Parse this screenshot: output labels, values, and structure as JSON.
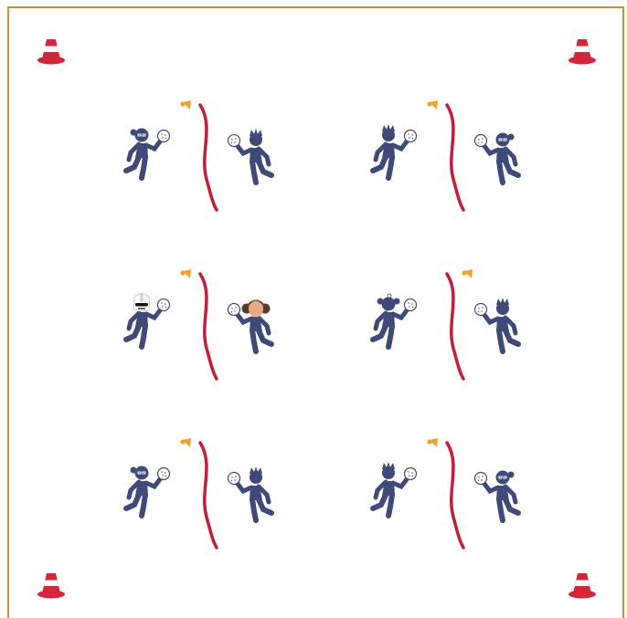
{
  "colors": {
    "border": "#c4943a",
    "player": "#3f4a78",
    "net": "#c41e3a",
    "cone": "#d4263a",
    "shuttle": "#f2a22a"
  },
  "field": {
    "cones": [
      "cone-icon",
      "cone-icon",
      "cone-icon",
      "cone-icon"
    ],
    "courts": [
      {
        "left": "girl-glasses",
        "right": "boy-short-hair",
        "shuttle_side": "left"
      },
      {
        "left": "boy-short-hair",
        "right": "girl-glasses",
        "shuttle_side": "left"
      },
      {
        "left": "stormtrooper",
        "right": "princess-leia",
        "shuttle_side": "left"
      },
      {
        "left": "girl-pigtails",
        "right": "boy-short-hair",
        "shuttle_side": "right"
      },
      {
        "left": "girl-glasses",
        "right": "boy-short-hair",
        "shuttle_side": "left"
      },
      {
        "left": "boy-short-hair",
        "right": "girl-glasses",
        "shuttle_side": "left"
      }
    ]
  }
}
